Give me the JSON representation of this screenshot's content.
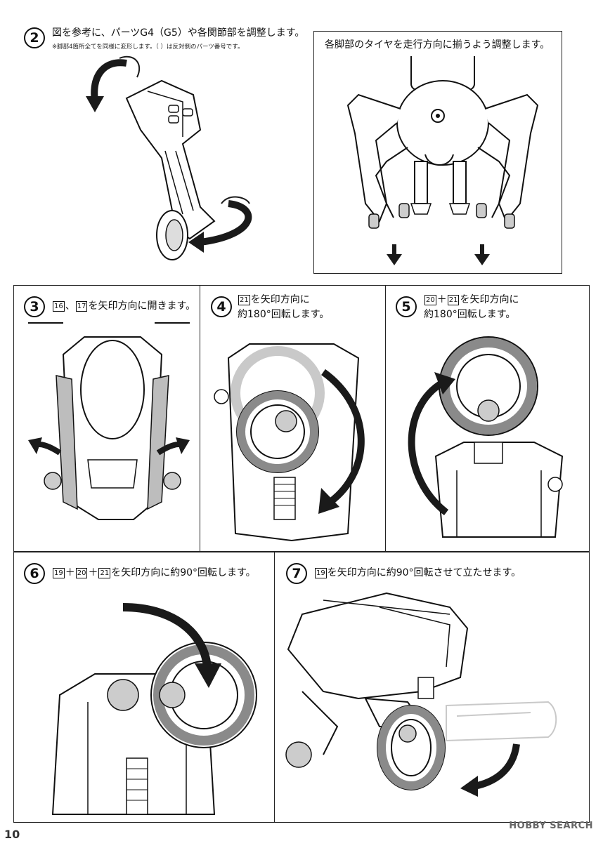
{
  "steps": {
    "s2": {
      "number": "2",
      "main_pre": "図を参考に、パーツG4（G5）や各関節部を調整します。",
      "note": "※脚部4箇所全てを同様に変形します。（  ）は反対側のパーツ番号です。",
      "detail_box": "各脚部のタイヤを走行方向に揃うよう調整します。"
    },
    "s3": {
      "number": "3",
      "parts": [
        "16",
        "17"
      ],
      "sep": "、",
      "text": "を矢印方向に開きます。"
    },
    "s4": {
      "number": "4",
      "parts": [
        "21"
      ],
      "text_line1": "を矢印方向に",
      "text_line2": "約180°回転します。"
    },
    "s5": {
      "number": "5",
      "parts": [
        "20",
        "21"
      ],
      "plus": "＋",
      "text_line1": "を矢印方向に",
      "text_line2": "約180°回転します。"
    },
    "s6": {
      "number": "6",
      "parts": [
        "19",
        "20",
        "21"
      ],
      "plus": "＋",
      "text": "を矢印方向に約90°回転します。"
    },
    "s7": {
      "number": "7",
      "parts": [
        "19"
      ],
      "text": "を矢印方向に約90°回転させて立たせます。"
    }
  },
  "watermark": "HOBBY SEARCH",
  "page_number": "10",
  "colors": {
    "line": "#111111",
    "tire": "#8a8a8a",
    "ghost": "#c9c9c9",
    "arrow": "#1a1a1a"
  }
}
